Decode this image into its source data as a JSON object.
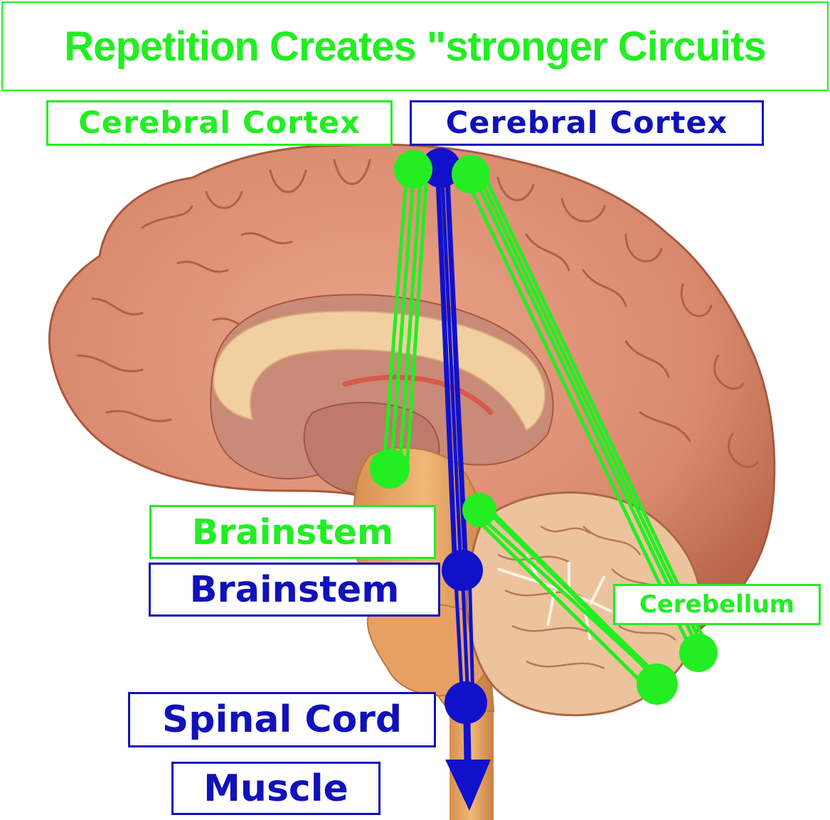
{
  "title": "Repetition Creates \"stronger Circuits",
  "labels": {
    "cerebral_cortex_green": "Cerebral Cortex",
    "cerebral_cortex_blue": "Cerebral Cortex",
    "brainstem_green": "Brainstem",
    "brainstem_blue": "Brainstem",
    "cerebellum": "Cerebellum",
    "spinal_cord": "Spinal Cord",
    "muscle": "Muscle"
  },
  "colors": {
    "green_pathway": "#22ee22",
    "blue_pathway": "#1111bb",
    "cortex": "#d98a6e",
    "cortex_dark": "#b5614a",
    "corpus_callosum": "#f2cfa0",
    "cerebellum": "#f0c8a0",
    "brainstem": "#e9a86a"
  },
  "icons": {
    "arrow": "arrow-down-icon",
    "node": "neuron-node-icon"
  }
}
